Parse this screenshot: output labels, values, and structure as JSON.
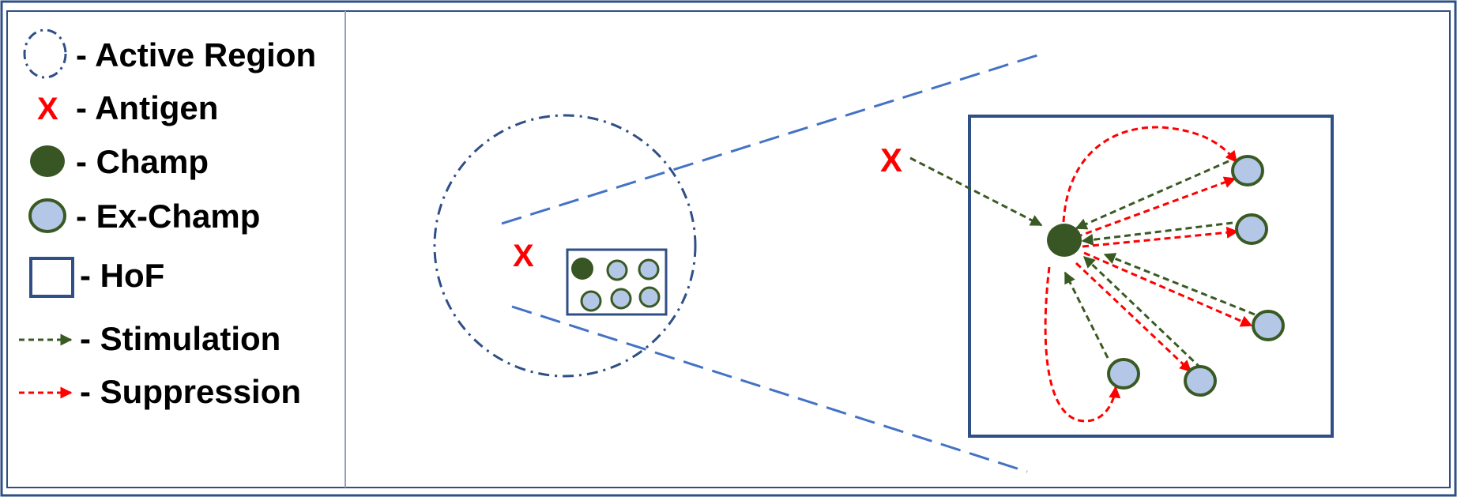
{
  "legend": {
    "items": [
      {
        "key": "active-region",
        "label": "- Active Region"
      },
      {
        "key": "antigen",
        "symbol": "X",
        "label": "- Antigen"
      },
      {
        "key": "champ",
        "label": "- Champ"
      },
      {
        "key": "ex-champ",
        "label": "- Ex-Champ"
      },
      {
        "key": "hof",
        "label": "- HoF"
      },
      {
        "key": "stimulation",
        "label": "- Stimulation"
      },
      {
        "key": "suppression",
        "label": "- Suppression"
      }
    ]
  },
  "diagram": {
    "antigen_symbol": "X",
    "colors": {
      "frame": "#2f4f86",
      "region_dashed": "#2f4f86",
      "zoom_lines": "#4472c4",
      "champ_fill": "#375623",
      "ex_champ_fill": "#b4c7e7",
      "ex_champ_stroke": "#3a5a23",
      "stimulation_arrow": "#3a5a23",
      "suppression_arrow": "#ff0000",
      "antigen": "#ff0000"
    }
  }
}
